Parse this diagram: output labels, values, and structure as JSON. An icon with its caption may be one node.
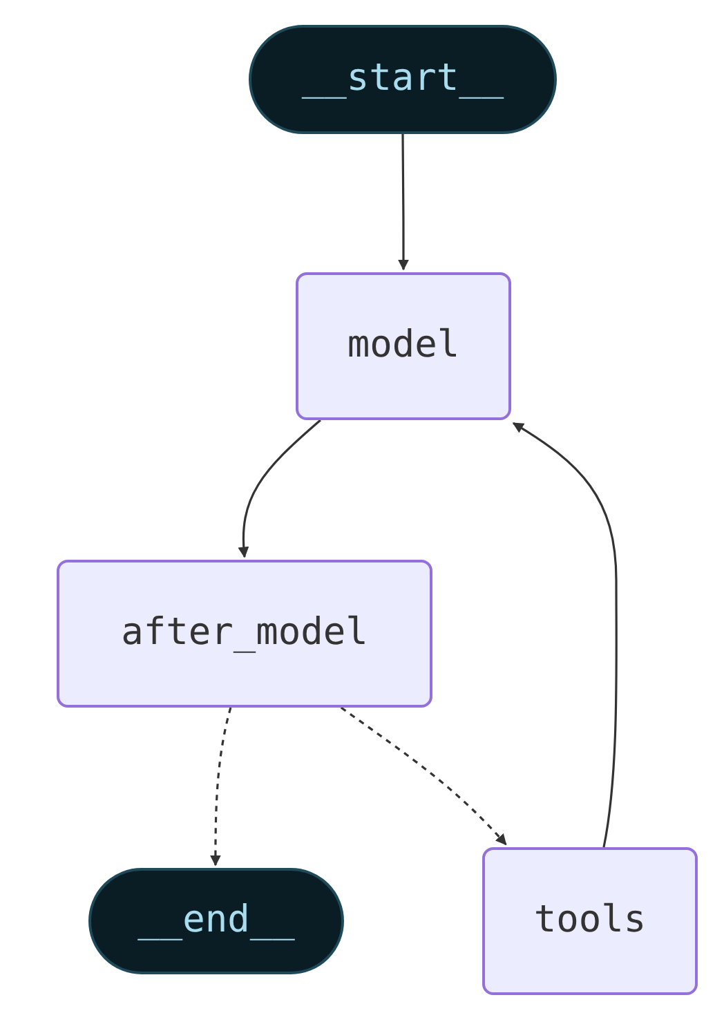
{
  "diagram": {
    "nodes": [
      {
        "text": [
          "__start__"
        ]
      },
      {
        "text": [
          "model"
        ]
      },
      {
        "text": [
          "after_model"
        ]
      },
      {
        "text": [
          "__end__"
        ]
      },
      {
        "text": [
          "tools"
        ]
      }
    ],
    "edges": [
      {
        "from": 0,
        "to": 1,
        "arrow": "to"
      },
      {
        "from": 1,
        "to": 2,
        "arrow": "to"
      },
      {
        "from": 2,
        "to": 3,
        "arrow": "to",
        "style": "dashed"
      },
      {
        "from": 2,
        "to": 4,
        "arrow": "to",
        "style": "dashed"
      },
      {
        "from": 4,
        "to": 1,
        "arrow": "to"
      }
    ]
  }
}
